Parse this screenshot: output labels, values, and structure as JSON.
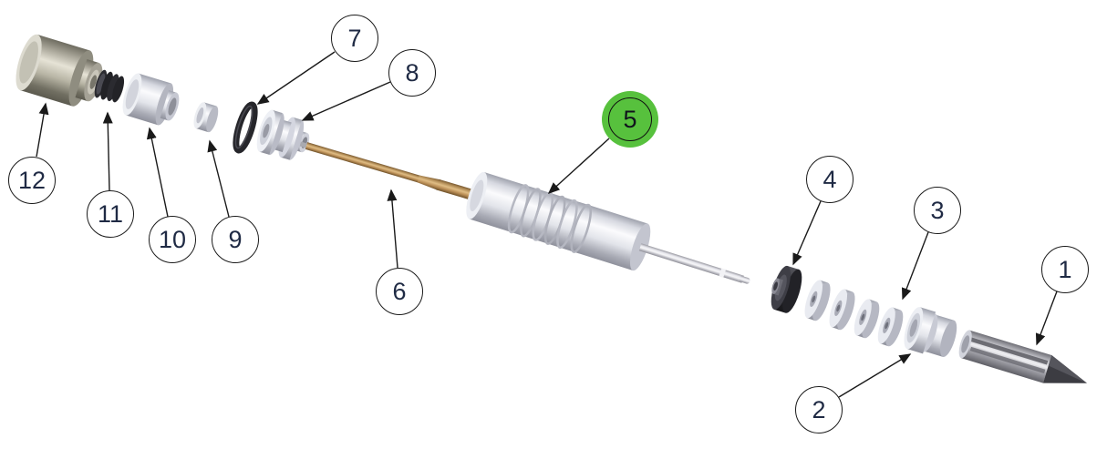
{
  "diagram_type": "exploded-parts-diagram",
  "colors": {
    "highlight_green": "#57c13d",
    "number_color": "#1f2a44",
    "line_color": "#1a1a1a",
    "balloon_fill": "#ffffff",
    "balloon_stroke": "#1a1a1a",
    "brass_part_color": "#c49a62",
    "dark_washer_color": "#2e2e33",
    "white_body_color": "#e9ebf1"
  },
  "balloons": [
    {
      "label": "1",
      "highlighted": false
    },
    {
      "label": "2",
      "highlighted": false
    },
    {
      "label": "3",
      "highlighted": false
    },
    {
      "label": "4",
      "highlighted": false
    },
    {
      "label": "5",
      "highlighted": true
    },
    {
      "label": "6",
      "highlighted": false
    },
    {
      "label": "7",
      "highlighted": false
    },
    {
      "label": "8",
      "highlighted": false
    },
    {
      "label": "9",
      "highlighted": false
    },
    {
      "label": "10",
      "highlighted": false
    },
    {
      "label": "11",
      "highlighted": false
    },
    {
      "label": "12",
      "highlighted": false
    }
  ]
}
